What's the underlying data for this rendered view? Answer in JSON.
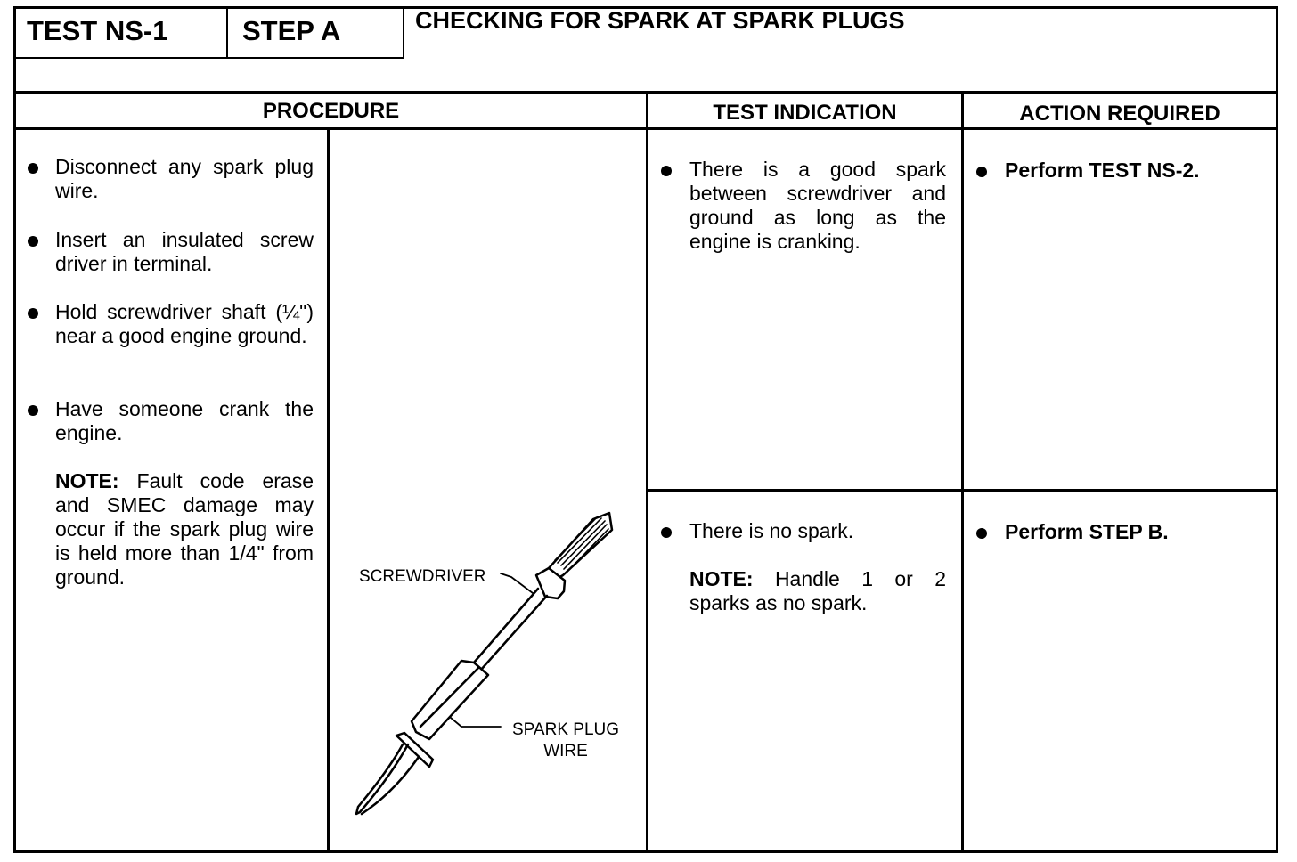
{
  "header": {
    "test_id": "TEST NS-1",
    "step": "STEP A",
    "title": "CHECKING FOR SPARK AT SPARK PLUGS"
  },
  "columns": {
    "procedure": "PROCEDURE",
    "test_indication": "TEST INDICATION",
    "action_required": "ACTION REQUIRED"
  },
  "procedure": {
    "steps": [
      "Disconnect any spark plug wire.",
      "Insert an insulated screw driver in terminal.",
      "Hold screwdriver shaft (¼\") near a good engine ground.",
      "Have someone crank the engine."
    ],
    "note_label": "NOTE:",
    "note_text": " Fault code erase and SMEC damage may occur if the spark plug wire is held more than 1/4\" from ground."
  },
  "illustration": {
    "label_screwdriver": "SCREWDRIVER",
    "label_spark_plug_wire": "SPARK PLUG WIRE"
  },
  "rows": [
    {
      "indication": "There is a good spark between screwdriver and ground as long as the engine is cranking.",
      "action": "Perform TEST NS-2."
    },
    {
      "indication": "There is no spark.",
      "note_label": "NOTE:",
      "note_text": " Handle 1 or 2 sparks as no spark.",
      "action": "Perform STEP B."
    }
  ]
}
